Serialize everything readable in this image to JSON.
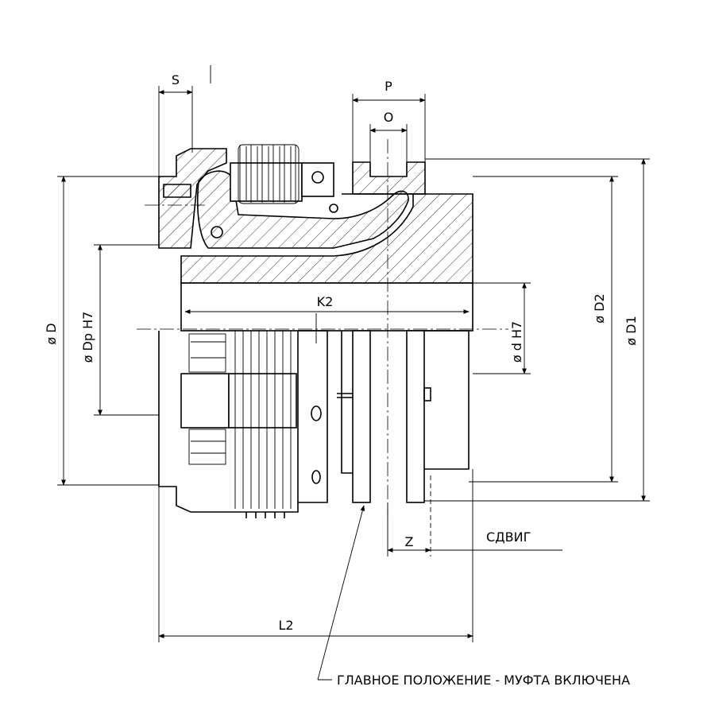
{
  "labels": {
    "s": "S",
    "p": "P",
    "o": "O",
    "k2": "K2",
    "d": "ø D",
    "dp_h7": "ø Dp H7",
    "d_h7": "ø d H7",
    "d2": "ø D2",
    "d1": "ø D1",
    "z": "Z",
    "shift": "СДВИГ",
    "l2": "L2",
    "main_position": "ГЛАВНОЕ ПОЛОЖЕНИЕ - МУФТА ВКЛЮЧЕНА"
  }
}
